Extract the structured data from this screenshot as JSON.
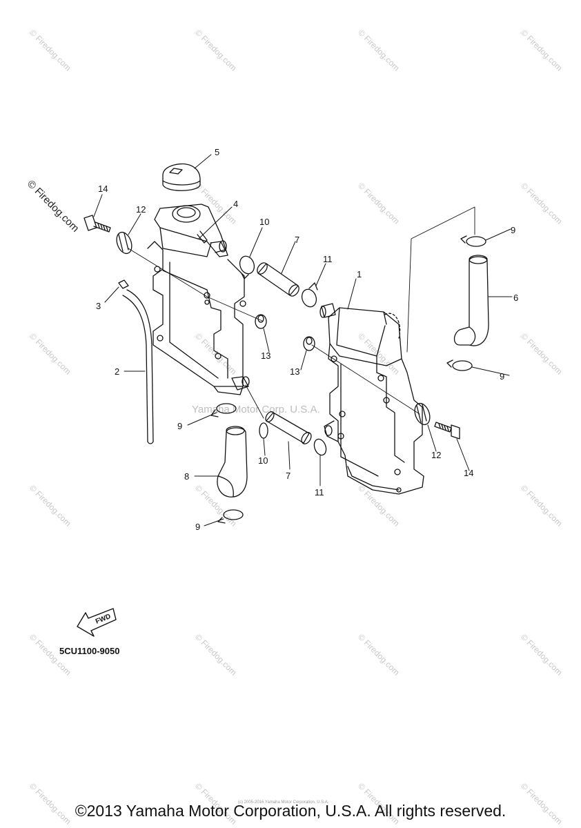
{
  "watermark": {
    "site": "© Firedog.com",
    "center_text": "Yamaha Motor Corp. U.S.A.",
    "fine_print": "(c) 2005-2016 Yamaha Motor Corporation, U.S.A."
  },
  "diagram": {
    "part_code": "5CU1100-9050",
    "fwd_label": "FWD",
    "callouts": {
      "c5": "5",
      "c14a": "14",
      "c12a": "12",
      "c4": "4",
      "c10a": "10",
      "c7a": "7",
      "c11a": "11",
      "c1": "1",
      "c9a": "9",
      "c6": "6",
      "c3": "3",
      "c13a": "13",
      "c13b": "13",
      "c2": "2",
      "c9b": "9",
      "c9c": "9",
      "c12b": "12",
      "c14b": "14",
      "c10b": "10",
      "c7b": "7",
      "c11b": "11",
      "c8": "8",
      "c9d": "9"
    }
  },
  "footer": {
    "copyright": "©2013 Yamaha Motor Corporation, U.S.A. All rights reserved."
  }
}
